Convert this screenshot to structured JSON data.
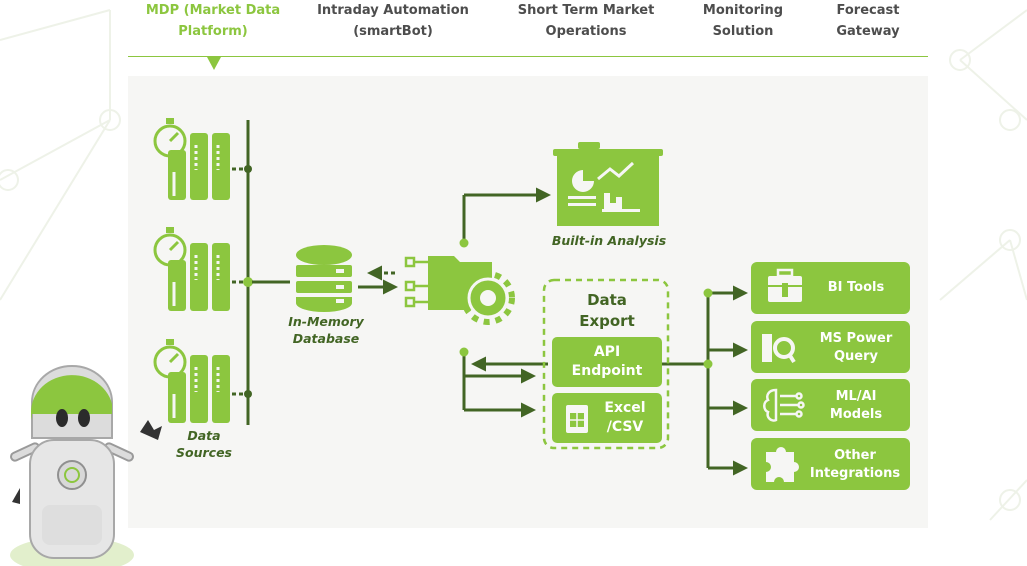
{
  "tabs": [
    {
      "line1": "MDP (Market Data",
      "line2": "Platform)",
      "active": true
    },
    {
      "line1": "Intraday Automation",
      "line2": "(smartBot)",
      "active": false
    },
    {
      "line1": "Short Term Market",
      "line2": "Operations",
      "active": false
    },
    {
      "line1": "Monitoring",
      "line2": "Solution",
      "active": false
    },
    {
      "line1": "Forecast",
      "line2": "Gateway",
      "active": false
    }
  ],
  "diagram": {
    "data_sources": {
      "line1": "Data",
      "line2": "Sources"
    },
    "in_memory": {
      "line1": "In-Memory",
      "line2": "Database"
    },
    "built_in": "Built-in Analysis",
    "data_export": {
      "line1": "Data",
      "line2": "Export"
    },
    "api": {
      "line1": "API",
      "line2": "Endpoint"
    },
    "excel": {
      "line1": "Excel",
      "line2": "/CSV"
    },
    "integrations": [
      {
        "line1": "BI Tools",
        "line2": "",
        "icon": "toolbox-icon"
      },
      {
        "line1": "MS Power",
        "line2": "Query",
        "icon": "power-query-icon"
      },
      {
        "line1": "ML/AI",
        "line2": "Models",
        "icon": "brain-circuit-icon"
      },
      {
        "line1": "Other",
        "line2": "Integrations",
        "icon": "puzzle-icon"
      }
    ]
  },
  "colors": {
    "green": "#8cc63f",
    "dark_green": "#426524",
    "tab_text": "#4d4d4d",
    "panel": "#f6f6f4"
  }
}
